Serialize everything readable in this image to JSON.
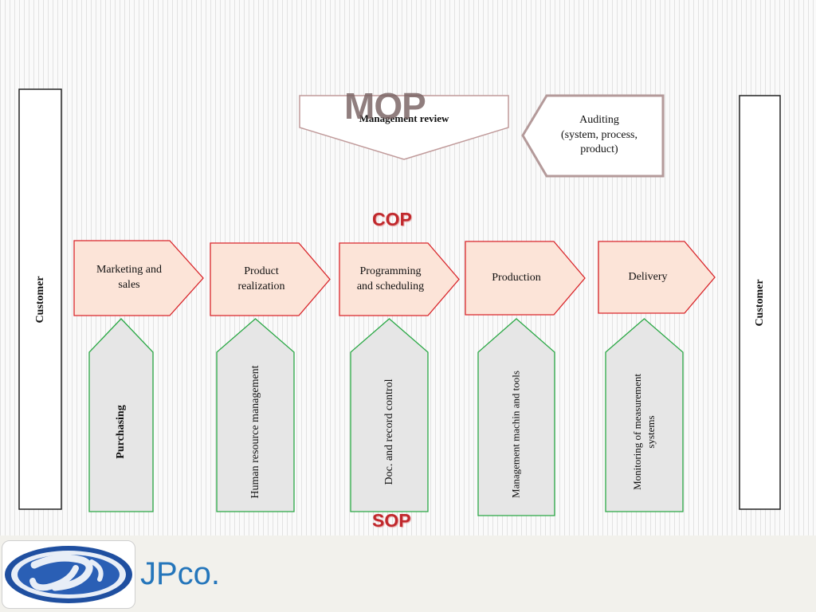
{
  "top": {
    "mop_label": "MOP",
    "management_review": "Management review",
    "auditing": [
      "Auditing",
      "(system, process,",
      "product)"
    ]
  },
  "cop_label": "COP",
  "sop_label": "SOP",
  "customer_left": "Customer",
  "customer_right": "Customer",
  "core_processes": [
    {
      "label": [
        "Marketing and",
        "sales"
      ]
    },
    {
      "label": [
        "Product",
        "realization"
      ]
    },
    {
      "label": [
        "Programming",
        "and scheduling"
      ]
    },
    {
      "label": [
        "Production"
      ]
    },
    {
      "label": [
        "Delivery"
      ]
    }
  ],
  "support_processes": [
    {
      "label": [
        "Purchasing"
      ]
    },
    {
      "label": [
        "Human resource management"
      ]
    },
    {
      "label": [
        "Doc. and record control"
      ]
    },
    {
      "label": [
        "Management machin and tools"
      ]
    },
    {
      "label": [
        "Monitoring of measurement",
        "systems"
      ]
    }
  ],
  "brand": "JPco.",
  "colors": {
    "core_fill": "#fce4d8",
    "core_stroke": "#d9252a",
    "support_fill": "#e6e6e6",
    "support_stroke": "#2aa845",
    "mop_stroke": "#c09a9a",
    "label_red": "#c0282c",
    "brand_blue": "#2576bb"
  }
}
